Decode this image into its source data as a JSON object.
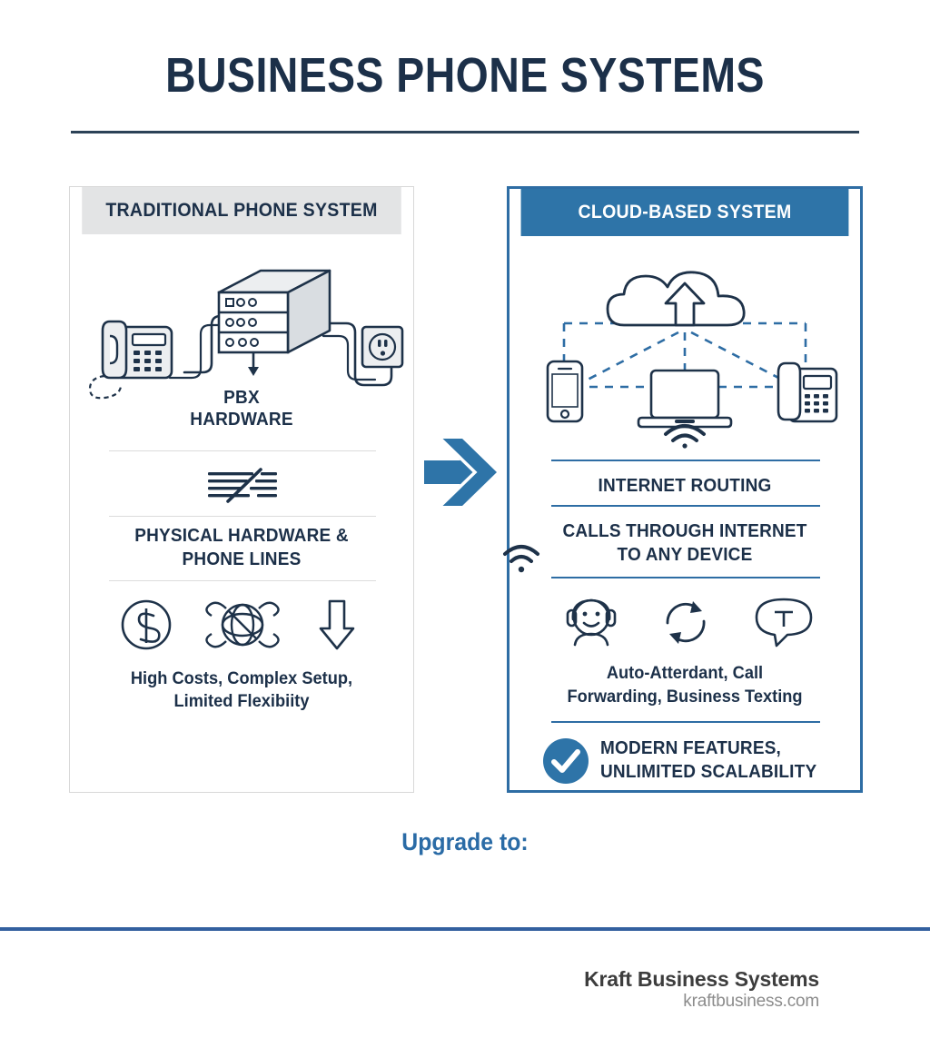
{
  "title": "BUSINESS PHONE SYSTEMS",
  "colors": {
    "navy": "#1c3049",
    "blue": "#2e74a8",
    "blue_border": "#2e6da4",
    "blue_rule": "#33609f",
    "gray_header": "#e3e4e5",
    "gray_divider": "#dcdcdc",
    "footer_name": "#3d3d3d",
    "footer_url": "#8c8c8c"
  },
  "left_panel": {
    "header": "TRADITIONAL PHONE SYSTEM",
    "diagram": {
      "label_line1": "PBX",
      "label_line2": "HARDWARE",
      "icons": [
        "desk-phone-icon",
        "pbx-server-rack-icon",
        "wall-outlet-icon",
        "down-arrow-icon"
      ]
    },
    "lines_icon": "crossed-phone-lines-icon",
    "feature_line1": "PHYSICAL HARDWARE &",
    "feature_line2": "PHONE LINES",
    "drawback_icons": [
      "dollar-circle-icon",
      "tangled-knot-icon",
      "down-arrow-icon"
    ],
    "drawback_line1": "High Costs, Complex Setup,",
    "drawback_line2": "Limited Flexibiity"
  },
  "center": {
    "arrow": "right-arrow-icon"
  },
  "right_panel": {
    "header": "CLOUD-BASED SYSTEM",
    "diagram": {
      "icons": [
        "cloud-upload-icon",
        "smartphone-icon",
        "laptop-icon",
        "desk-phone-icon",
        "wifi-icon"
      ]
    },
    "routing_label": "INTERNET ROUTING",
    "calls_line1": "CALLS THROUGH INTERNET",
    "calls_line2": "TO ANY DEVICE",
    "wifi_side_icon": "wifi-icon",
    "feature_icons": [
      "headset-agent-icon",
      "refresh-arrows-icon",
      "text-bubble-icon"
    ],
    "feature_line1": "Auto-Atterdant, Call",
    "feature_line2": "Forwarding, Business Texting",
    "check_icon": "check-circle-icon",
    "benefit_line1": "MODERN FEATURES,",
    "benefit_line2": "UNLIMITED SCALABILITY"
  },
  "footer": {
    "upgrade_label": "Upgrade to:",
    "brand_name": "Kraft Business Systems",
    "brand_url": "kraftbusiness.com"
  }
}
